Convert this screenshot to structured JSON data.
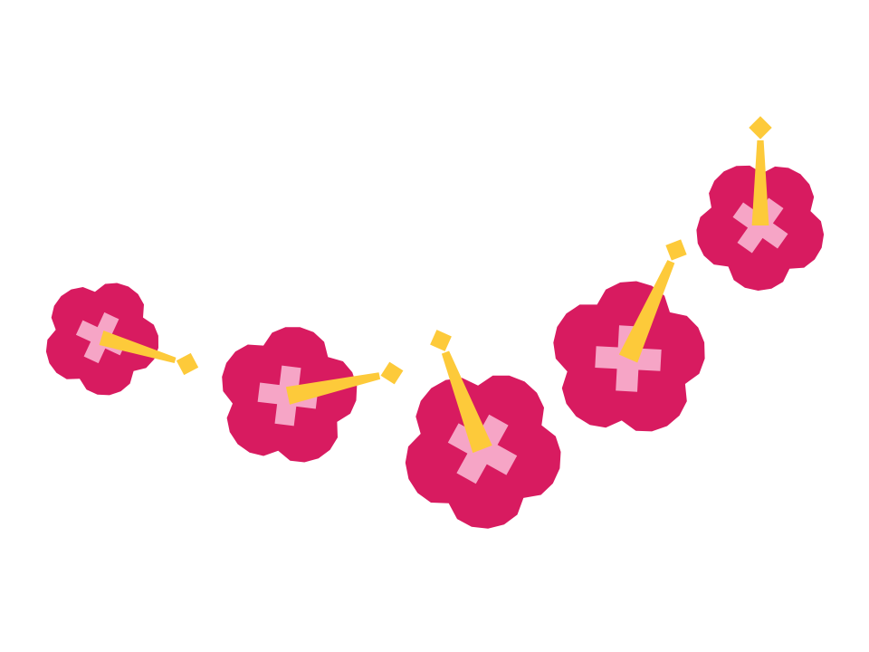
{
  "colors": {
    "background": "#ffffff",
    "petal": "#d81b60",
    "center": "#f6a5c6",
    "stamen": "#fdca3a"
  },
  "flowers": [
    {
      "name": "hibiscus-flower-1",
      "petal_icon": "hibiscus-petals-icon",
      "stamen_icon": "stamen-icon"
    },
    {
      "name": "hibiscus-flower-2",
      "petal_icon": "hibiscus-petals-icon",
      "stamen_icon": "stamen-icon"
    },
    {
      "name": "hibiscus-flower-3",
      "petal_icon": "hibiscus-petals-icon",
      "stamen_icon": "stamen-icon"
    },
    {
      "name": "hibiscus-flower-4",
      "petal_icon": "hibiscus-petals-icon",
      "stamen_icon": "stamen-icon"
    },
    {
      "name": "hibiscus-flower-5",
      "petal_icon": "hibiscus-petals-icon",
      "stamen_icon": "stamen-icon"
    }
  ]
}
